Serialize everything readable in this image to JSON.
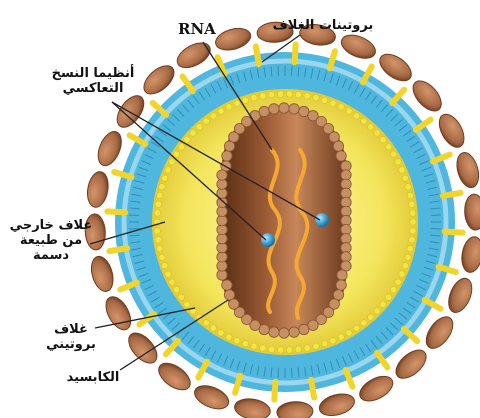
{
  "diagram": {
    "labels": {
      "rna": "RNA",
      "envelope_proteins": "بروتينات الغلاف",
      "reverse_transcriptase_line1": "أنظيما النسخ",
      "reverse_transcriptase_line2": "التعاكسي",
      "lipid_envelope_line1": "غلاف خارجي",
      "lipid_envelope_line2": "من طبيعة",
      "lipid_envelope_line3": "دسمة",
      "protein_envelope_line1": "غلاف",
      "protein_envelope_line2": "بروتيني",
      "capsid": "الكابسيد"
    },
    "colors": {
      "spike": "#a86a45",
      "spike_dark": "#6e3d20",
      "membrane_blue": "#4fb6dd",
      "membrane_light": "#9ad6ee",
      "membrane_stalk": "#f2d52a",
      "yellow_layer": "#f5e85a",
      "yellow_dots": "#f2e640",
      "core_dark": "#6b3a1e",
      "core_mid": "#b5714a",
      "core_bead": "#c49064",
      "rna_strand": "#f5a833",
      "enzyme": "#3fa3d6",
      "leader_line": "#222222"
    }
  }
}
